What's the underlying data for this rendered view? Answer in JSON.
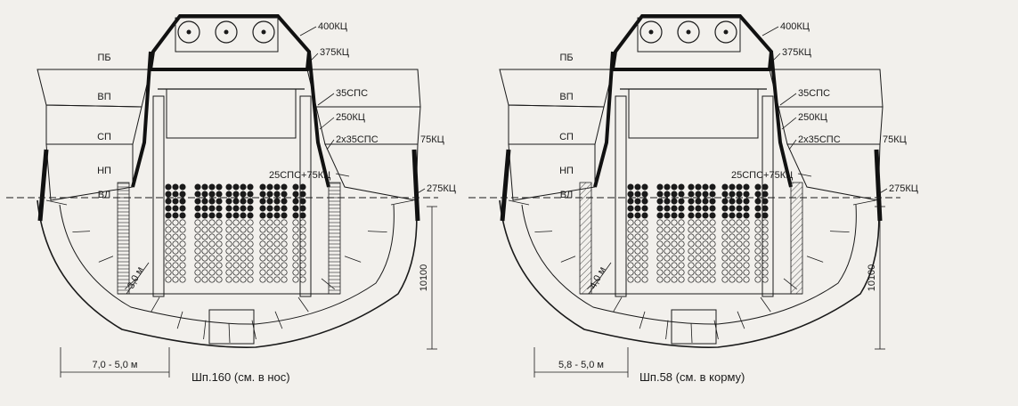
{
  "colors": {
    "paper": "#f2f0ec",
    "ink": "#1a1a1a",
    "armor": "#111111",
    "hatch": "#555555"
  },
  "sections": [
    {
      "id": "bow",
      "caption": "Шп.160 (см. в нос)",
      "deck_labels": [
        "ПБ",
        "ВП",
        "СП",
        "НП",
        "ВЛ"
      ],
      "armor_labels": [
        "400КЦ",
        "375КЦ",
        "35СПС",
        "250КЦ",
        "2x35СПС",
        "75КЦ",
        "25СПС+75КЦ",
        "275КЦ"
      ],
      "inner_dim": "3,0 м",
      "width_dim": "7,0 - 5,0 м",
      "height_dim": "10100"
    },
    {
      "id": "stern",
      "caption": "Шп.58 (см. в корму)",
      "deck_labels": [
        "ПБ",
        "ВП",
        "СП",
        "НП",
        "ВЛ"
      ],
      "armor_labels": [
        "400КЦ",
        "375КЦ",
        "35СПС",
        "250КЦ",
        "2x35СПС",
        "75КЦ",
        "25СПС+75КЦ",
        "275КЦ"
      ],
      "inner_dim": "4,0 м",
      "width_dim": "5,8 - 5,0 м",
      "height_dim": "10100"
    }
  ]
}
